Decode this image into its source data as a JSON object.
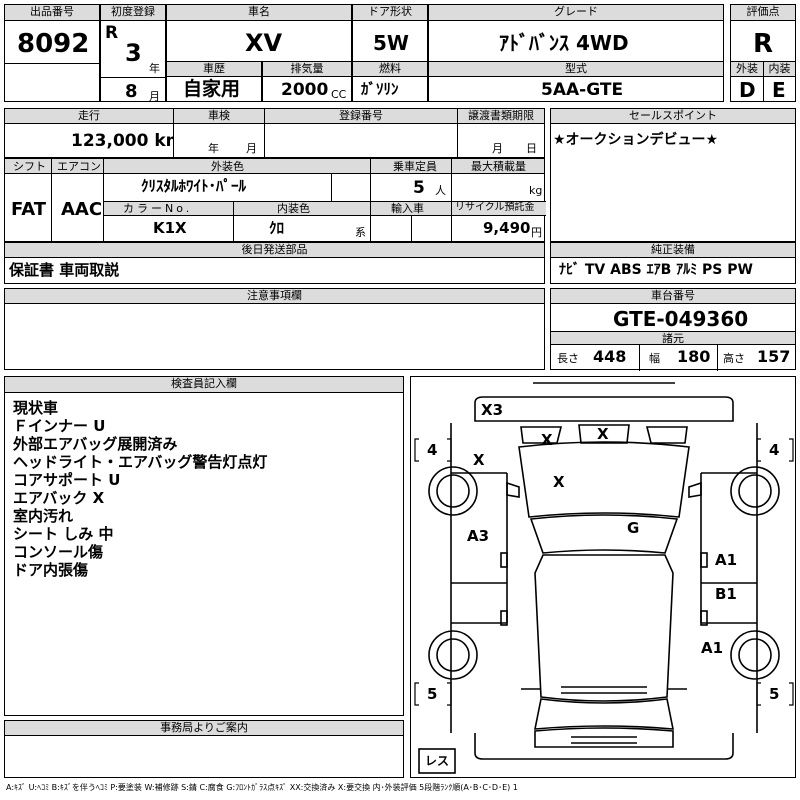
{
  "labels": {
    "lot_no": "出品番号",
    "first_reg": "初度登録",
    "car_name": "車名",
    "door_type": "ドア形状",
    "grade": "グレード",
    "score": "評価点",
    "history": "車歴",
    "displacement": "排気量",
    "fuel": "燃料",
    "model_code": "型式",
    "exterior": "外装",
    "interior": "内装",
    "year_unit": "年",
    "month_unit": "月",
    "cc_unit": "CC",
    "mileage": "走行",
    "inspection": "車検",
    "reg_number": "登録番号",
    "transfer_deadline": "譲渡書類期限",
    "insp_year": "年",
    "insp_month": "月",
    "transfer_month": "月",
    "transfer_day": "日",
    "sales_point": "セールスポイント",
    "shift": "シフト",
    "aircon": "エアコン",
    "ext_color": "外装色",
    "capacity": "乗車定員",
    "max_load": "最大積載量",
    "person_unit": "人",
    "kg_unit": "kg",
    "color_no": "カラーNo.",
    "int_color": "内装色",
    "import": "輸入車",
    "recycle": "リサイクル預託金",
    "kei": "系",
    "yen_unit": "円",
    "post_parts": "後日発送部品",
    "equipment": "純正装備",
    "cautions": "注意事項欄",
    "chassis": "車台番号",
    "dimensions": "諸元",
    "length": "長さ",
    "width": "幅",
    "height": "高さ",
    "inspector": "検査員記入欄",
    "office": "事務局よりご案内"
  },
  "values": {
    "lot_no": "8092",
    "era": "R",
    "year": "3",
    "month": "8",
    "car_name": "XV",
    "door_type": "5W",
    "grade": "ｱﾄﾞﾊﾞﾝｽ 4WD",
    "score": "R",
    "history": "自家用",
    "displacement": "2000",
    "fuel": "ｶﾞｿﾘﾝ",
    "model_code": "5AA-GTE",
    "exterior": "D",
    "interior": "E",
    "mileage": "123,000 km",
    "sales_point": "★オークションデビュー★",
    "shift": "FAT",
    "aircon": "AAC",
    "ext_color": "ｸﾘｽﾀﾙﾎﾜｲﾄ･ﾊﾟｰﾙ",
    "capacity": "5",
    "color_no": "K1X",
    "int_color": "ｸﾛ",
    "recycle": "9,490",
    "post_parts": "保証書 車両取説",
    "equipment": "ﾅﾋﾞ TV ABS ｴｱB ｱﾙﾐ PS PW",
    "chassis": "GTE-049360",
    "length": "448",
    "width": "180",
    "height": "157"
  },
  "inspector_notes": [
    "現状車",
    "Ｆインナー U",
    "外部エアバッグ展開済み",
    "ヘッドライト・エアバッグ警告灯点灯",
    "コアサポート U",
    "エアバック X",
    "室内汚れ",
    "シート しみ 中",
    "コンソール傷",
    "ドア内張傷"
  ],
  "diagram_marks": {
    "front_bumper": "X3",
    "hood_left": "X",
    "windshield_left": "X",
    "windshield_center": "X",
    "roof": "X",
    "roof_glass": "G",
    "left_door": "A3",
    "right_front_door": "A1",
    "right_rear_door": "B1",
    "right_rear_fender": "A1",
    "tire_front_left": "4",
    "tire_front_right": "4",
    "tire_rear_left": "5",
    "tire_rear_right": "5",
    "spare": "レス"
  },
  "legend": "A:ｷｽﾞ U:ﾍｺﾐ B:ｷｽﾞを伴うﾍｺﾐ P:要塗装 W:補修跡 S:錆 C:腐食 G:ﾌﾛﾝﾄｶﾞﾗｽ点ｷｽﾞ XX:交換済み X:要交換  内･外装評価 5段階ﾗﾝｸ順(A･B･C･D･E) 1"
}
